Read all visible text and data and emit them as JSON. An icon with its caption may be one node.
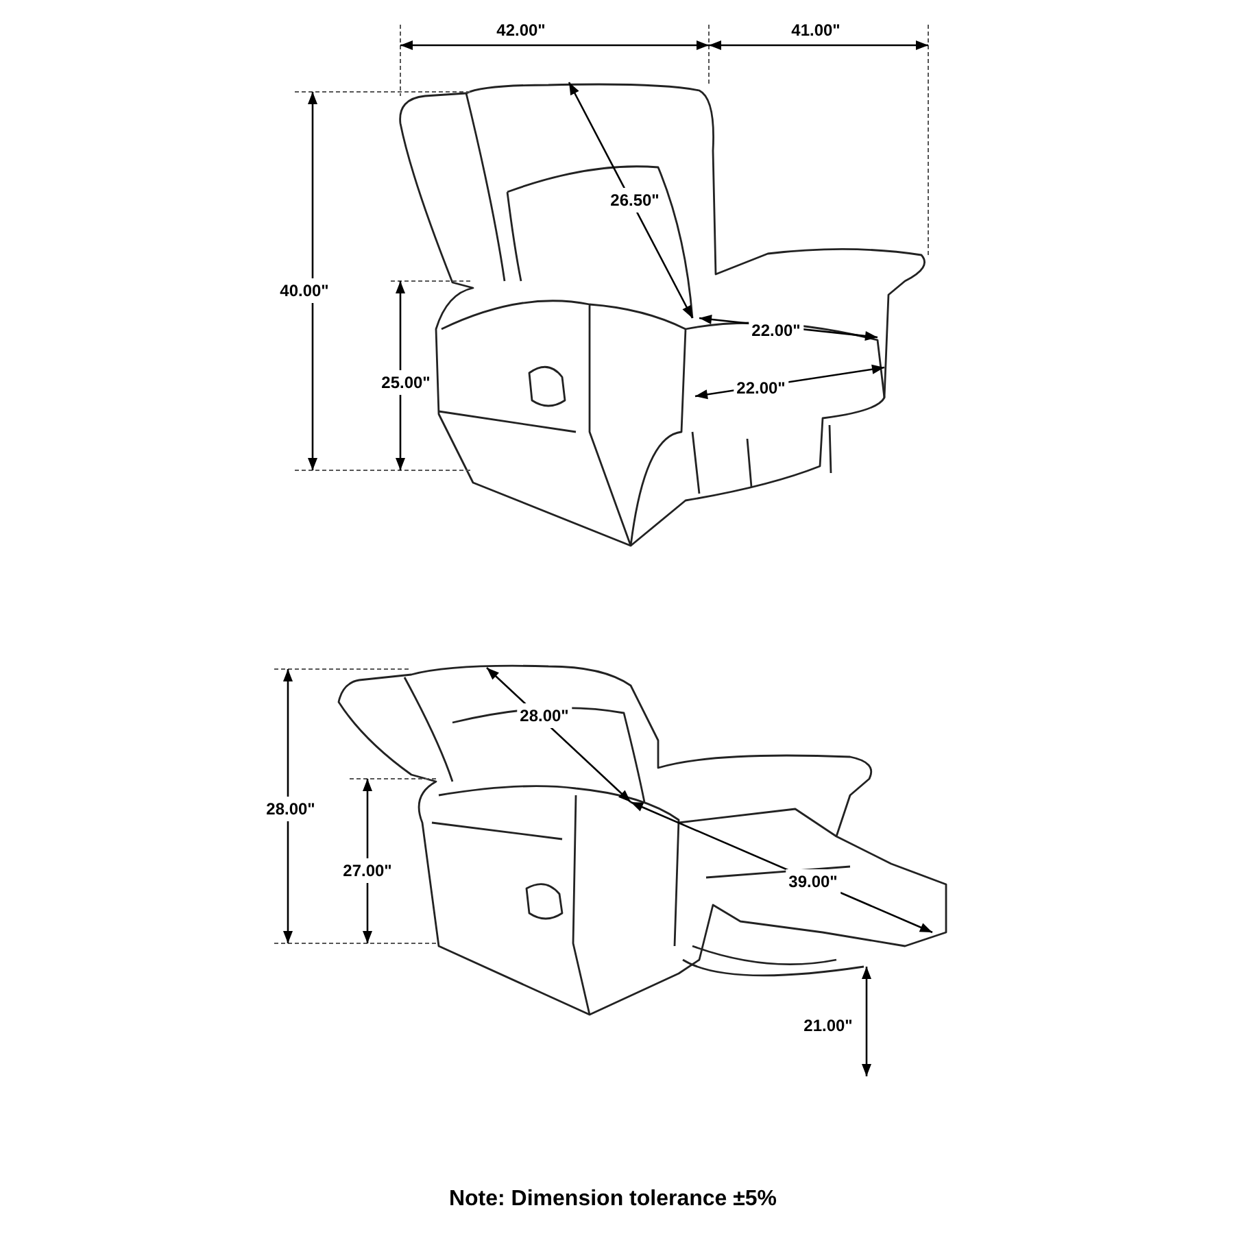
{
  "diagram": {
    "labels": [
      "42.00\"",
      "41.00\"",
      "26.50\"",
      "40.00\"",
      "22.00\"",
      "25.00\"",
      "22.00\"",
      "28.00\"",
      "28.00\"",
      "27.00\"",
      "39.00\"",
      "21.00\"",
      "Note: Dimension tolerance ±5%"
    ]
  }
}
